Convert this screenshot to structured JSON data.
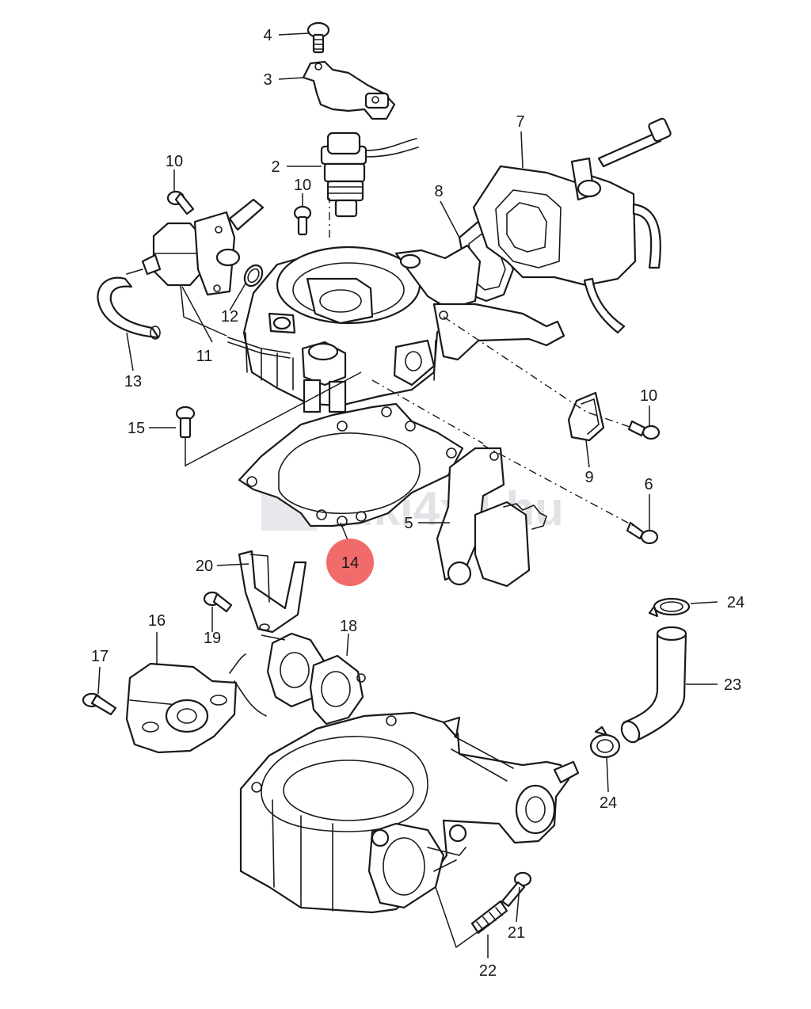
{
  "diagram": {
    "watermark": "zuki4x4.hu",
    "highlight_color": "#f26b6b",
    "line_color": "#1a1a1a",
    "callouts": [
      {
        "id": "c1",
        "label": "4"
      },
      {
        "id": "c2",
        "label": "3"
      },
      {
        "id": "c3",
        "label": "2"
      },
      {
        "id": "c4",
        "label": "10"
      },
      {
        "id": "c5",
        "label": "10"
      },
      {
        "id": "c6",
        "label": "7"
      },
      {
        "id": "c7",
        "label": "8"
      },
      {
        "id": "c8",
        "label": "12"
      },
      {
        "id": "c9",
        "label": "11"
      },
      {
        "id": "c10",
        "label": "13"
      },
      {
        "id": "c11",
        "label": "15"
      },
      {
        "id": "c12",
        "label": "10"
      },
      {
        "id": "c13",
        "label": "9"
      },
      {
        "id": "c14",
        "label": "6"
      },
      {
        "id": "c15",
        "label": "5"
      },
      {
        "id": "c16",
        "label": "14",
        "highlighted": true
      },
      {
        "id": "c17",
        "label": "20"
      },
      {
        "id": "c18",
        "label": "19"
      },
      {
        "id": "c19",
        "label": "16"
      },
      {
        "id": "c20",
        "label": "17"
      },
      {
        "id": "c21",
        "label": "18"
      },
      {
        "id": "c22",
        "label": "24"
      },
      {
        "id": "c23",
        "label": "23"
      },
      {
        "id": "c24",
        "label": "24"
      },
      {
        "id": "c25",
        "label": "21"
      },
      {
        "id": "c26",
        "label": "22"
      }
    ]
  }
}
